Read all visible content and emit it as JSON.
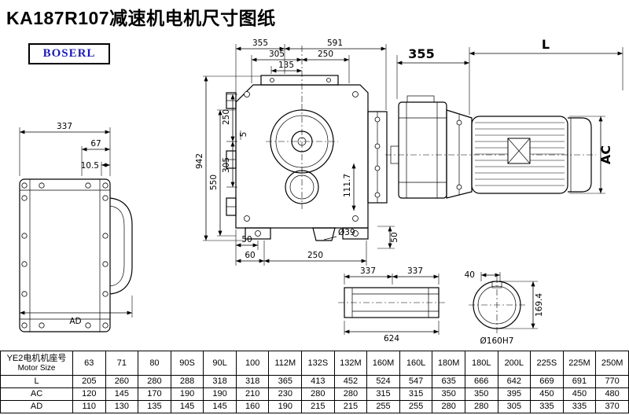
{
  "title": "KA187R107减速机电机尺寸图纸",
  "logo": "BOSERL",
  "dims": {
    "left": {
      "w": "337",
      "e1": "67",
      "e2": "10.5",
      "ad": "AD"
    },
    "main": {
      "t355": "355",
      "t591": "591",
      "t305": "305",
      "t250": "250",
      "t135": "135",
      "l250": "250",
      "l5": "5",
      "l305": "305",
      "l550": "550",
      "l942": "942",
      "r111": "111.7",
      "b50a": "50",
      "b60": "60",
      "b250": "250",
      "b39": "Ø39",
      "b50b": "50"
    },
    "motor": {
      "d355": "355",
      "dl": "L",
      "dac": "AC"
    },
    "shaft": {
      "a": "337",
      "b": "337",
      "total": "624"
    },
    "bore": {
      "kw": "40",
      "h": "169.4",
      "dia": "Ø160H7"
    }
  },
  "table": {
    "header_cn": "YE2电机机座号",
    "header_en": "Motor Size",
    "columns": [
      "63",
      "71",
      "80",
      "90S",
      "90L",
      "100",
      "112M",
      "132S",
      "132M",
      "160M",
      "160L",
      "180M",
      "180L",
      "200L",
      "225S",
      "225M",
      "250M"
    ],
    "rows": [
      {
        "label": "L",
        "values": [
          "205",
          "260",
          "280",
          "288",
          "318",
          "318",
          "365",
          "413",
          "452",
          "524",
          "547",
          "635",
          "666",
          "642",
          "669",
          "691",
          "770"
        ]
      },
      {
        "label": "AC",
        "values": [
          "120",
          "145",
          "170",
          "190",
          "190",
          "210",
          "230",
          "280",
          "280",
          "315",
          "315",
          "350",
          "350",
          "395",
          "450",
          "450",
          "480"
        ]
      },
      {
        "label": "AD",
        "values": [
          "110",
          "130",
          "135",
          "145",
          "145",
          "160",
          "190",
          "215",
          "215",
          "255",
          "255",
          "280",
          "280",
          "305",
          "335",
          "335",
          "370"
        ]
      }
    ]
  }
}
